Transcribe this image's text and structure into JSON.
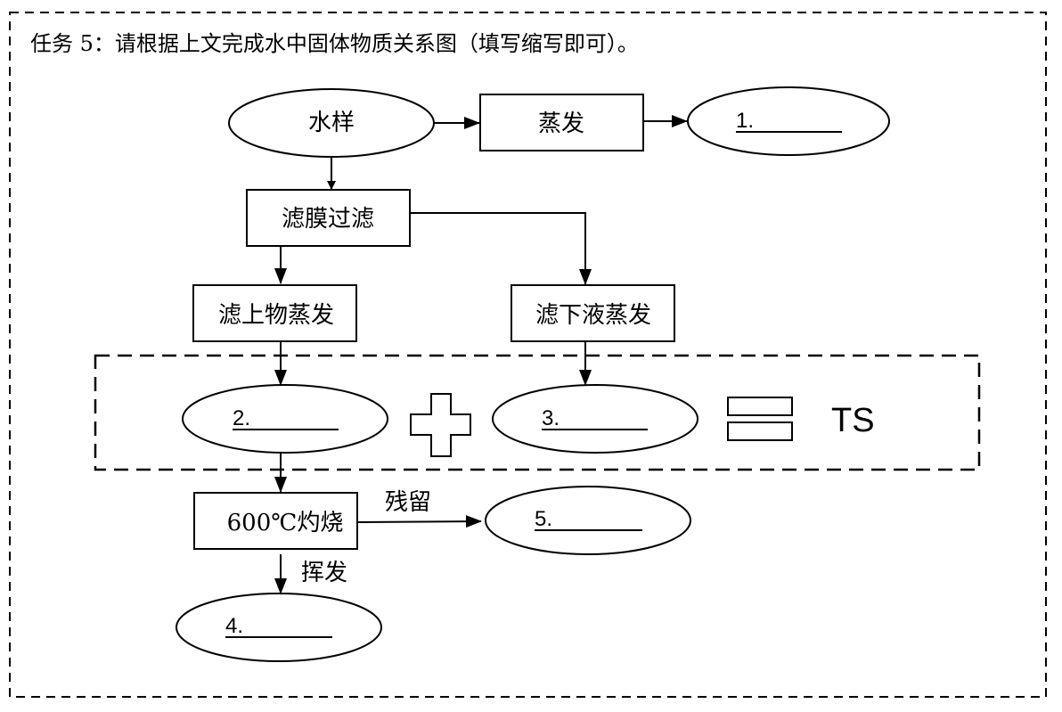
{
  "title": "任务 5：请根据上文完成水中固体物质关系图（填写缩写即可）。",
  "nodes": {
    "water_sample": "水样",
    "evaporate": "蒸发",
    "blank1": "1.",
    "membrane_filter": "滤膜过滤",
    "residue_evaporate": "滤上物蒸发",
    "filtrate_evaporate": "滤下液蒸发",
    "blank2": "2.",
    "blank3": "3.",
    "total": "TS",
    "ignite": "600℃灼烧",
    "blank4": "4.",
    "blank5": "5."
  },
  "edges": {
    "residue_label": "残留",
    "volatile_label": "挥发"
  },
  "operators": {
    "plus": "plus-sign",
    "equals": "equals-sign"
  }
}
